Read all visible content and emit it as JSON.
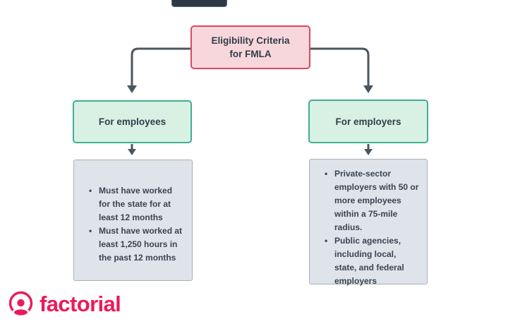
{
  "diagram": {
    "root": {
      "label": "Eligibility Criteria for FMLA"
    },
    "branches": [
      {
        "label": "For employees",
        "items": [
          "Must have worked for the state for at least 12 months",
          "Must have worked at least 1,250 hours in the past 12 months"
        ]
      },
      {
        "label": "For employers",
        "items": [
          "Private-sector employers with 50 or more employees within a 75-mile radius.",
          "Public agencies, including local, state, and federal employers"
        ]
      }
    ]
  },
  "footer": {
    "logo_text": "factorial",
    "logo_icon": "person-in-circle"
  },
  "colors": {
    "root_fill": "#F8D7DC",
    "root_border": "#DB4961",
    "branch_fill": "#D8F1E4",
    "branch_border": "#3FAE93",
    "detail_fill": "#DFE3EA",
    "detail_border": "#A6B1BE",
    "connector": "#4C565F",
    "text": "#3A4550",
    "brand": "#EC1A5B",
    "top_bar": "#2D3944"
  }
}
